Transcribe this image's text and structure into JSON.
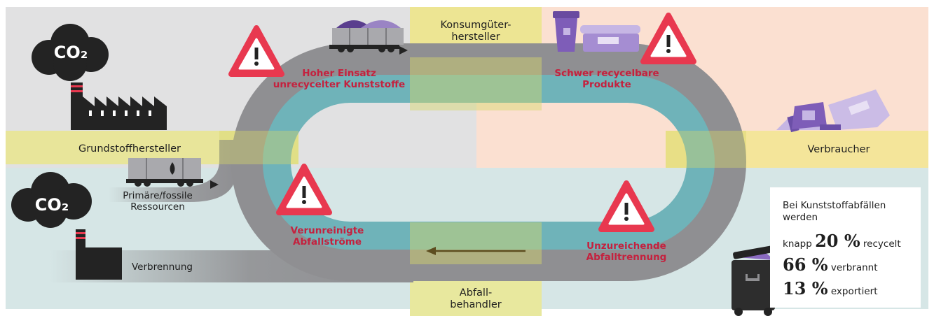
{
  "stages": {
    "consumer_goods_manufacturer": "Konsumgüter-\nhersteller",
    "raw_material_manufacturer": "Grundstoffhersteller",
    "consumer": "Verbraucher",
    "waste_processor": "Abfall-\nbehandler"
  },
  "flows": {
    "primary_resources": "Primäre/fossile\nRessourcen",
    "incineration": "Verbrennung"
  },
  "co2_label": "CO₂",
  "warnings": {
    "unrecycled_plastics": "Hoher Einsatz\nunrecycelter Kunststoffe",
    "hard_to_recycle_products": "Schwer recycelbare\nProdukte",
    "contaminated_waste": "Verunreinigte\nAbfallströme",
    "poor_separation": "Unzureichende\nAbfalltrennung"
  },
  "stats": {
    "intro": "Bei Kunststoffabfällen werden",
    "rows": [
      {
        "prefix": "knapp ",
        "value": "20 %",
        "suffix": " recycelt"
      },
      {
        "prefix": "",
        "value": "66 %",
        "suffix": " verbrannt"
      },
      {
        "prefix": "",
        "value": "13 %",
        "suffix": " exportiert"
      }
    ]
  },
  "colors": {
    "grey_zone": "#e1e1e2",
    "peach_zone": "#fbe0d1",
    "teal_zone": "#d6e6e6",
    "yellow_band": "#ede593",
    "loop_grey": "#8f8f92",
    "loop_teal": "#6fb3b9",
    "warning_red": "#e8384f",
    "dark": "#232323"
  }
}
